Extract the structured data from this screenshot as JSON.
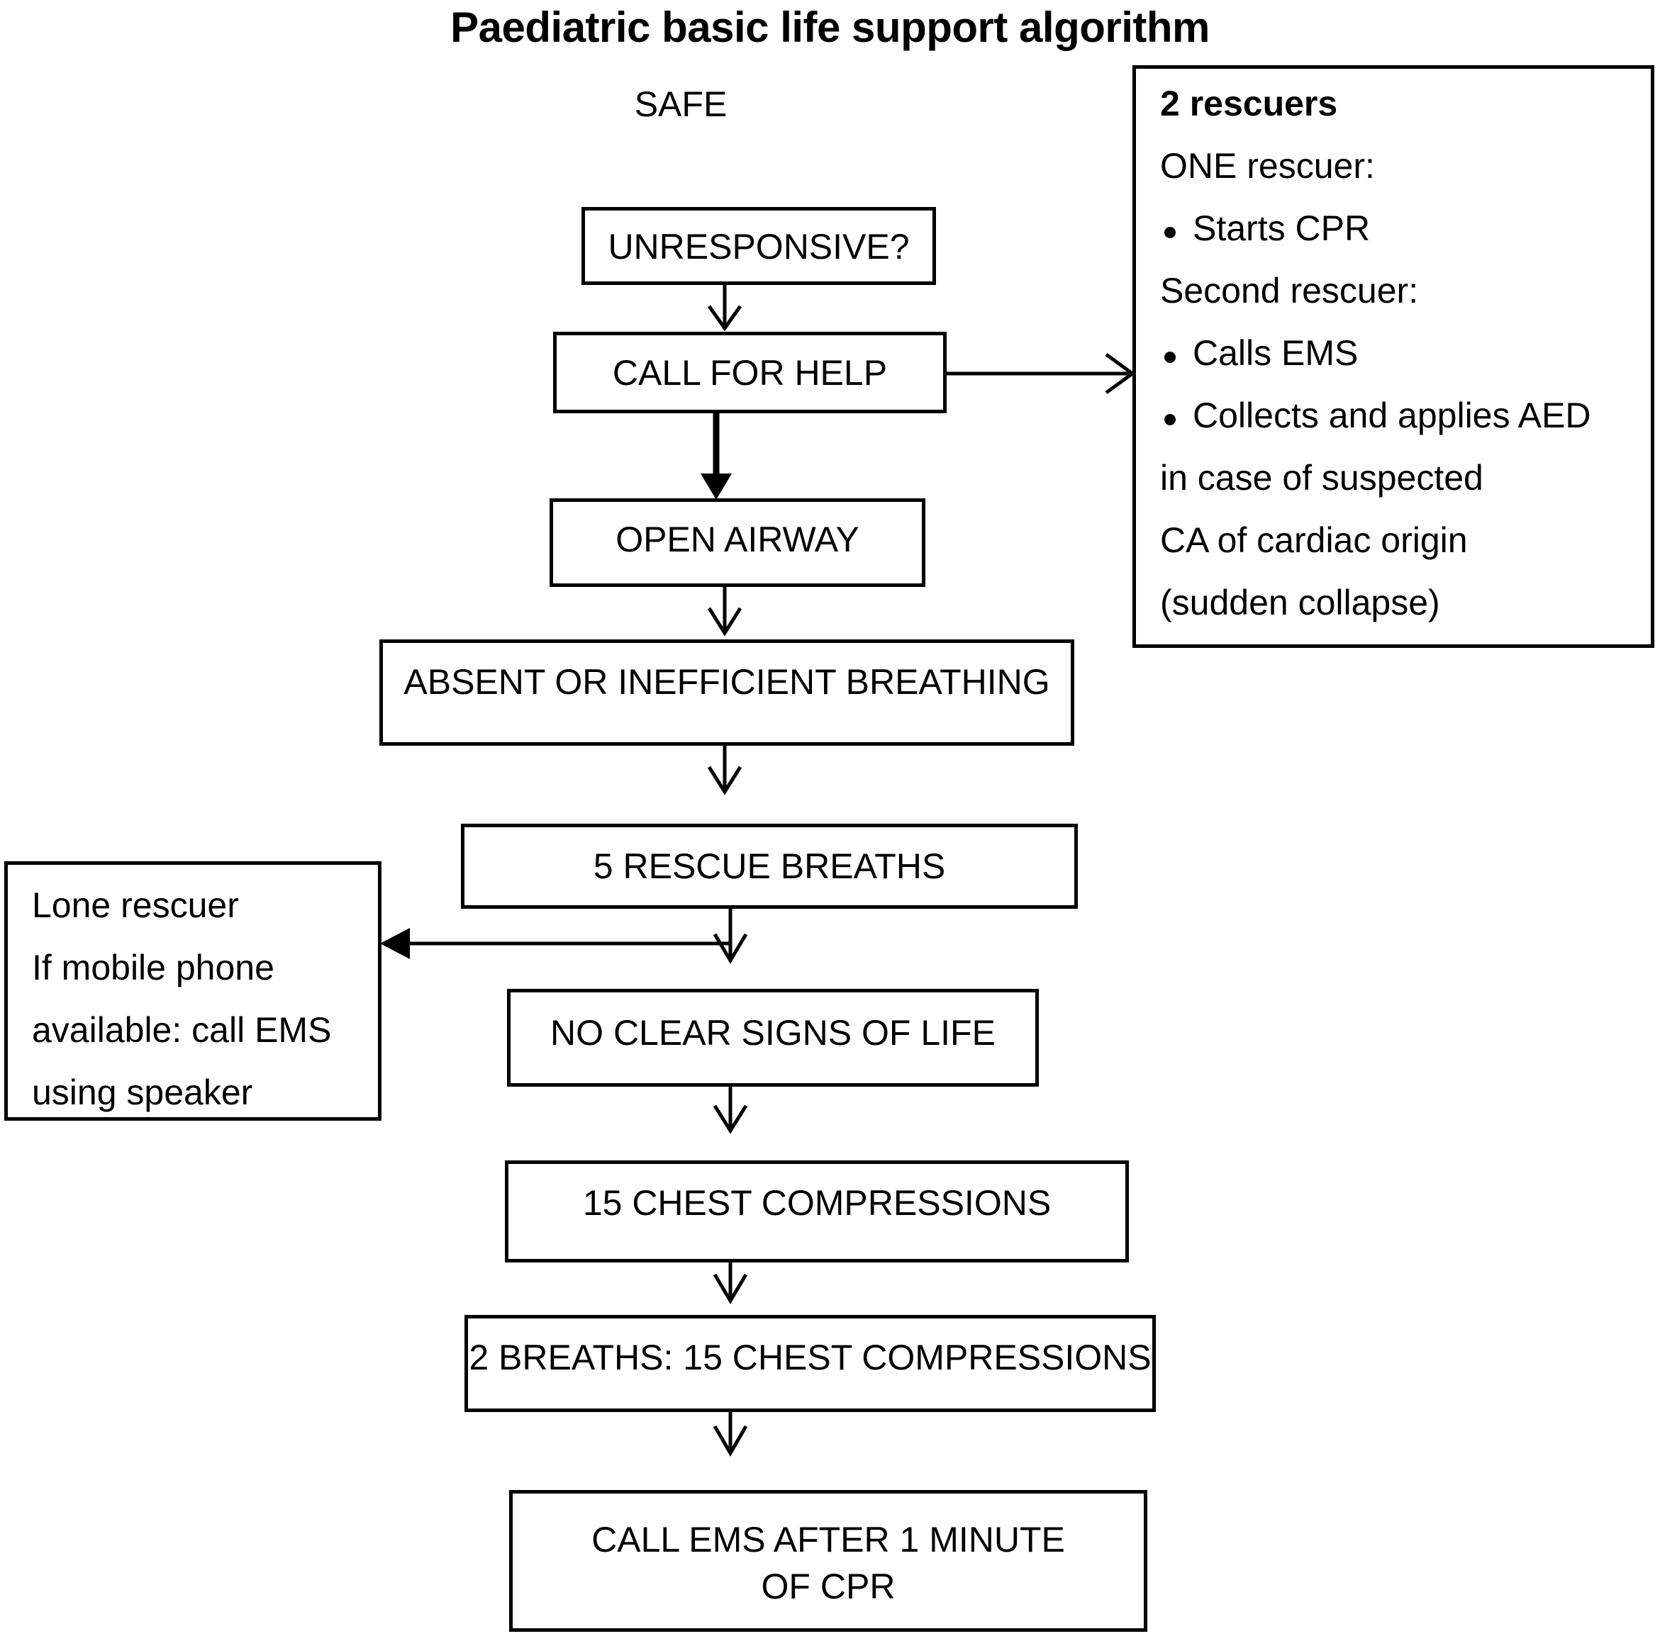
{
  "title": "Paediatric basic life support algorithm",
  "standalone_text": {
    "safe": "SAFE"
  },
  "flow_nodes": [
    {
      "id": "unresponsive",
      "label": "UNRESPONSIVE?"
    },
    {
      "id": "call-for-help",
      "label": "CALL FOR HELP"
    },
    {
      "id": "open-airway",
      "label": "OPEN AIRWAY"
    },
    {
      "id": "absent-breathing",
      "label": "ABSENT OR INEFFICIENT BREATHING"
    },
    {
      "id": "rescue-breaths",
      "label": "5 RESCUE BREATHS"
    },
    {
      "id": "no-signs-of-life",
      "label": "NO CLEAR SIGNS OF LIFE"
    },
    {
      "id": "chest-compressions",
      "label": "15 CHEST COMPRESSIONS"
    },
    {
      "id": "breaths-compressions",
      "label": "2 BREATHS: 15 CHEST COMPRESSIONS"
    },
    {
      "id": "call-ems",
      "label": "CALL EMS AFTER 1 MINUTE\nOF CPR"
    }
  ],
  "two_rescuers_panel": {
    "heading": "2 rescuers",
    "lines": [
      {
        "text": "ONE rescuer:",
        "bullet": false,
        "bold": false
      },
      {
        "text": "Starts CPR",
        "bullet": true,
        "bold": false
      },
      {
        "text": "Second rescuer:",
        "bullet": false,
        "bold": false
      },
      {
        "text": "Calls EMS",
        "bullet": true,
        "bold": false
      },
      {
        "text": "Collects and applies AED",
        "bullet": true,
        "bold": false
      },
      {
        "text": "in case of suspected",
        "bullet": false,
        "bold": false
      },
      {
        "text": "CA of cardiac origin",
        "bullet": false,
        "bold": false
      },
      {
        "text": "(sudden collapse)",
        "bullet": false,
        "bold": false
      }
    ]
  },
  "lone_rescuer_panel": {
    "lines": [
      {
        "text": "Lone rescuer",
        "bullet": false,
        "bold": false
      },
      {
        "text": "If mobile phone",
        "bullet": false,
        "bold": false
      },
      {
        "text": "available: call EMS",
        "bullet": false,
        "bold": false
      },
      {
        "text": "using speaker",
        "bullet": false,
        "bold": false
      }
    ]
  },
  "chart_data": {
    "type": "flowchart",
    "title": "Paediatric basic life support algorithm",
    "nodes": [
      {
        "id": "safe",
        "label": "SAFE",
        "shape": "none"
      },
      {
        "id": "unresponsive",
        "label": "UNRESPONSIVE?",
        "shape": "rect"
      },
      {
        "id": "call-for-help",
        "label": "CALL FOR HELP",
        "shape": "rect"
      },
      {
        "id": "open-airway",
        "label": "OPEN AIRWAY",
        "shape": "rect"
      },
      {
        "id": "absent-breathing",
        "label": "ABSENT OR INEFFICIENT BREATHING",
        "shape": "rect"
      },
      {
        "id": "rescue-breaths",
        "label": "5 RESCUE BREATHS",
        "shape": "rect"
      },
      {
        "id": "no-signs-of-life",
        "label": "NO CLEAR SIGNS OF LIFE",
        "shape": "rect"
      },
      {
        "id": "chest-compressions",
        "label": "15 CHEST COMPRESSIONS",
        "shape": "rect"
      },
      {
        "id": "breaths-compressions",
        "label": "2 BREATHS: 15 CHEST COMPRESSIONS",
        "shape": "rect"
      },
      {
        "id": "call-ems",
        "label": "CALL EMS AFTER 1 MINUTE OF CPR",
        "shape": "rect"
      },
      {
        "id": "two-rescuers",
        "label": "2 rescuers",
        "shape": "note"
      },
      {
        "id": "lone-rescuer",
        "label": "Lone rescuer",
        "shape": "note"
      }
    ],
    "edges": [
      {
        "from": "unresponsive",
        "to": "call-for-help",
        "style": "open-arrow",
        "direction": "down"
      },
      {
        "from": "call-for-help",
        "to": "two-rescuers",
        "style": "open-arrow",
        "direction": "right"
      },
      {
        "from": "call-for-help",
        "to": "open-airway",
        "style": "solid-arrow",
        "direction": "down"
      },
      {
        "from": "open-airway",
        "to": "absent-breathing",
        "style": "open-arrow",
        "direction": "down"
      },
      {
        "from": "absent-breathing",
        "to": "rescue-breaths",
        "style": "open-arrow",
        "direction": "down"
      },
      {
        "from": "rescue-breaths",
        "to": "no-signs-of-life",
        "style": "open-arrow",
        "direction": "down"
      },
      {
        "from": "rescue-breaths",
        "to": "lone-rescuer",
        "style": "solid-arrow",
        "direction": "left"
      },
      {
        "from": "no-signs-of-life",
        "to": "chest-compressions",
        "style": "open-arrow",
        "direction": "down"
      },
      {
        "from": "chest-compressions",
        "to": "breaths-compressions",
        "style": "open-arrow",
        "direction": "down"
      },
      {
        "from": "breaths-compressions",
        "to": "call-ems",
        "style": "open-arrow",
        "direction": "down"
      }
    ],
    "colors": {
      "stroke": "#000000",
      "fill": "#ffffff",
      "text": "#000000"
    }
  }
}
